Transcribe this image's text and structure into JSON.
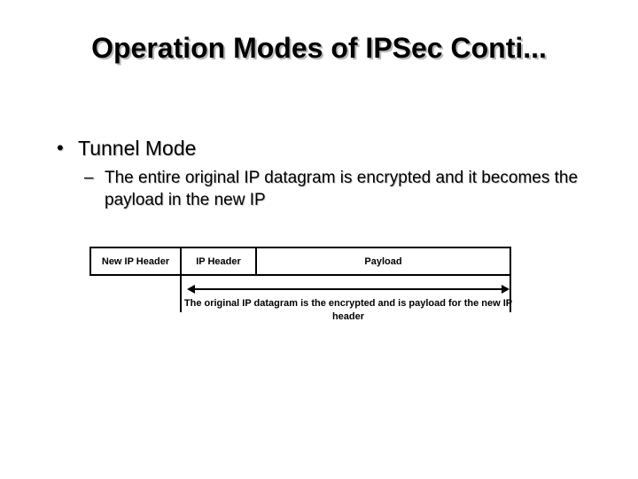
{
  "slide": {
    "title": "Operation Modes of IPSec Conti...",
    "bullets": [
      {
        "marker": "•",
        "text": "Tunnel Mode"
      },
      {
        "marker": "–",
        "text": "The entire original IP datagram is encrypted and it becomes the payload in the new IP"
      }
    ],
    "diagram": {
      "cells": [
        {
          "label": "New IP Header"
        },
        {
          "label": "IP Header"
        },
        {
          "label": "Payload"
        }
      ],
      "annotation": "The original IP datagram is the encrypted and is payload for the new IP header",
      "arrow_type": "double-headed-arrow"
    },
    "colors": {
      "background": "#ffffff",
      "text": "#000000",
      "shadow": "#b8b8b8",
      "border": "#000000"
    }
  }
}
